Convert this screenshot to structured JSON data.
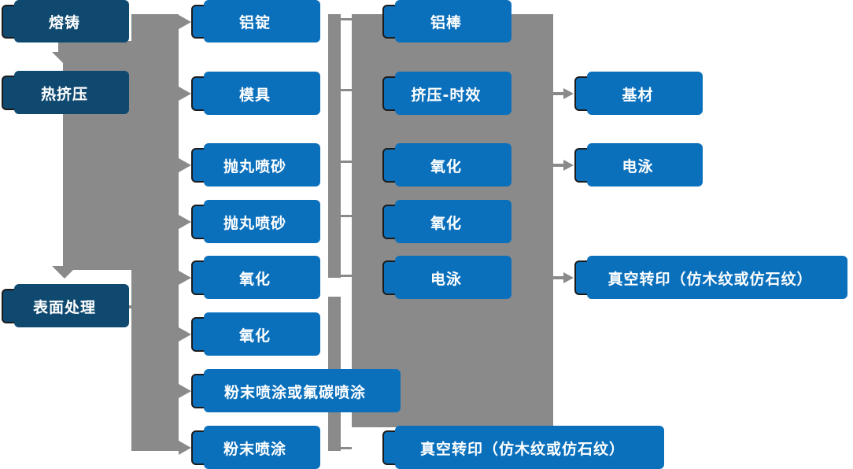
{
  "colors": {
    "box_blue": "#0B70BC",
    "box_dark_blue": "#0F4970",
    "connector_gray": "#8A8A8A",
    "text_white": "#FFFFFF"
  },
  "nodes": {
    "col1": [
      {
        "label": "熔铸"
      },
      {
        "label": "热挤压"
      },
      {
        "label": "表面处理"
      }
    ],
    "col2": [
      {
        "label": "铝锭"
      },
      {
        "label": "模具"
      },
      {
        "label": "抛丸喷砂"
      },
      {
        "label": "抛丸喷砂"
      },
      {
        "label": "氧化"
      },
      {
        "label": "氧化"
      },
      {
        "label": "粉末喷涂或氟碳喷涂"
      },
      {
        "label": "粉末喷涂"
      }
    ],
    "col3": [
      {
        "label": "铝棒"
      },
      {
        "label": "挤压-时效"
      },
      {
        "label": "氧化"
      },
      {
        "label": "氧化"
      },
      {
        "label": "电泳"
      },
      {
        "label": "真空转印（仿木纹或仿石纹）"
      }
    ],
    "col4": [
      {
        "label": "基材"
      },
      {
        "label": "电泳"
      },
      {
        "label": "真空转印（仿木纹或仿石纹）"
      }
    ]
  }
}
